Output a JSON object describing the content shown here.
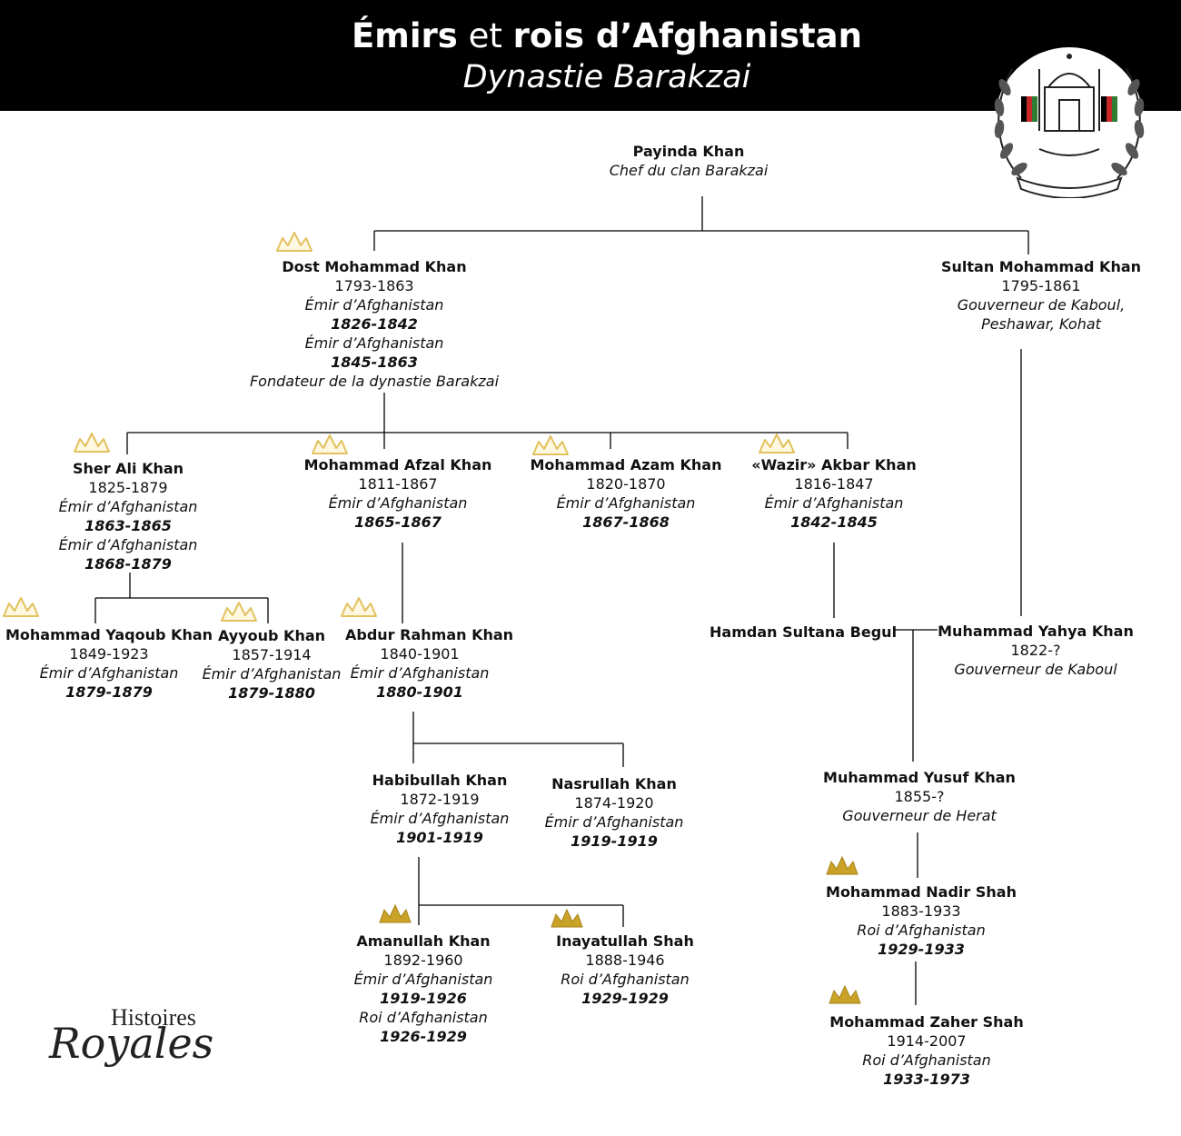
{
  "header": {
    "title_part1": "Émirs",
    "title_part2": "et",
    "title_part3": "rois d’Afghanistan",
    "subtitle": "Dynastie Barakzai"
  },
  "logo": {
    "line1": "Histoires",
    "line2": "Royales"
  },
  "colors": {
    "header_bg": "#000000",
    "crown_light": "#e8c86a",
    "crown_gold": "#c9a227",
    "line": "#000000"
  },
  "people": {
    "payinda": {
      "name": "Payinda Khan",
      "title": "Chef du clan Barakzai"
    },
    "dost": {
      "name": "Dost Mohammad Khan",
      "dates": "1793-1863",
      "title1": "Émir d’Afghanistan",
      "years1": "1826-1842",
      "title2": "Émir d’Afghanistan",
      "years2": "1845-1863",
      "title3": "Fondateur de la dynastie Barakzai"
    },
    "sultan": {
      "name": "Sultan Mohammad Khan",
      "dates": "1795-1861",
      "title1": "Gouverneur de Kaboul,",
      "title2": "Peshawar, Kohat"
    },
    "sher": {
      "name": "Sher Ali Khan",
      "dates": "1825-1879",
      "title1": "Émir d’Afghanistan",
      "years1": "1863-1865",
      "title2": "Émir d’Afghanistan",
      "years2": "1868-1879"
    },
    "afzal": {
      "name": "Mohammad Afzal Khan",
      "dates": "1811-1867",
      "title1": "Émir d’Afghanistan",
      "years1": "1865-1867"
    },
    "azam": {
      "name": "Mohammad Azam Khan",
      "dates": "1820-1870",
      "title1": "Émir d’Afghanistan",
      "years1": "1867-1868"
    },
    "akbar": {
      "name": "«Wazir» Akbar Khan",
      "dates": "1816-1847",
      "title1": "Émir d’Afghanistan",
      "years1": "1842-1845"
    },
    "yaqoub": {
      "name": "Mohammad Yaqoub Khan",
      "dates": "1849-1923",
      "title1": "Émir d’Afghanistan",
      "years1": "1879-1879"
    },
    "ayyoub": {
      "name": "Ayyoub Khan",
      "dates": "1857-1914",
      "title1": "Émir d’Afghanistan",
      "years1": "1879-1880"
    },
    "abdur": {
      "name": "Abdur Rahman Khan",
      "dates": "1840-1901",
      "title1": "Émir d’Afghanistan",
      "years1": "1880-1901"
    },
    "hamdan": {
      "name": "Hamdan Sultana Begul"
    },
    "yahya": {
      "name": "Muhammad Yahya Khan",
      "dates": "1822-?",
      "title1": "Gouverneur de Kaboul"
    },
    "habibullah": {
      "name": "Habibullah Khan",
      "dates": "1872-1919",
      "title1": "Émir d’Afghanistan",
      "years1": "1901-1919"
    },
    "nasrullah": {
      "name": "Nasrullah Khan",
      "dates": "1874-1920",
      "title1": "Émir d’Afghanistan",
      "years1": "1919-1919"
    },
    "yusuf": {
      "name": "Muhammad Yusuf Khan",
      "dates": "1855-?",
      "title1": "Gouverneur de Herat"
    },
    "nadir": {
      "name": "Mohammad Nadir Shah",
      "dates": "1883-1933",
      "title1": "Roi d’Afghanistan",
      "years1": "1929-1933"
    },
    "amanullah": {
      "name": "Amanullah Khan",
      "dates": "1892-1960",
      "title1": "Émir d’Afghanistan",
      "years1": "1919-1926",
      "title2": "Roi d’Afghanistan",
      "years2": "1926-1929"
    },
    "inayatullah": {
      "name": "Inayatullah Shah",
      "dates": "1888-1946",
      "title1": "Roi d’Afghanistan",
      "years1": "1929-1929"
    },
    "zaher": {
      "name": "Mohammad Zaher Shah",
      "dates": "1914-2007",
      "title1": "Roi d’Afghanistan",
      "years1": "1933-1973"
    }
  }
}
